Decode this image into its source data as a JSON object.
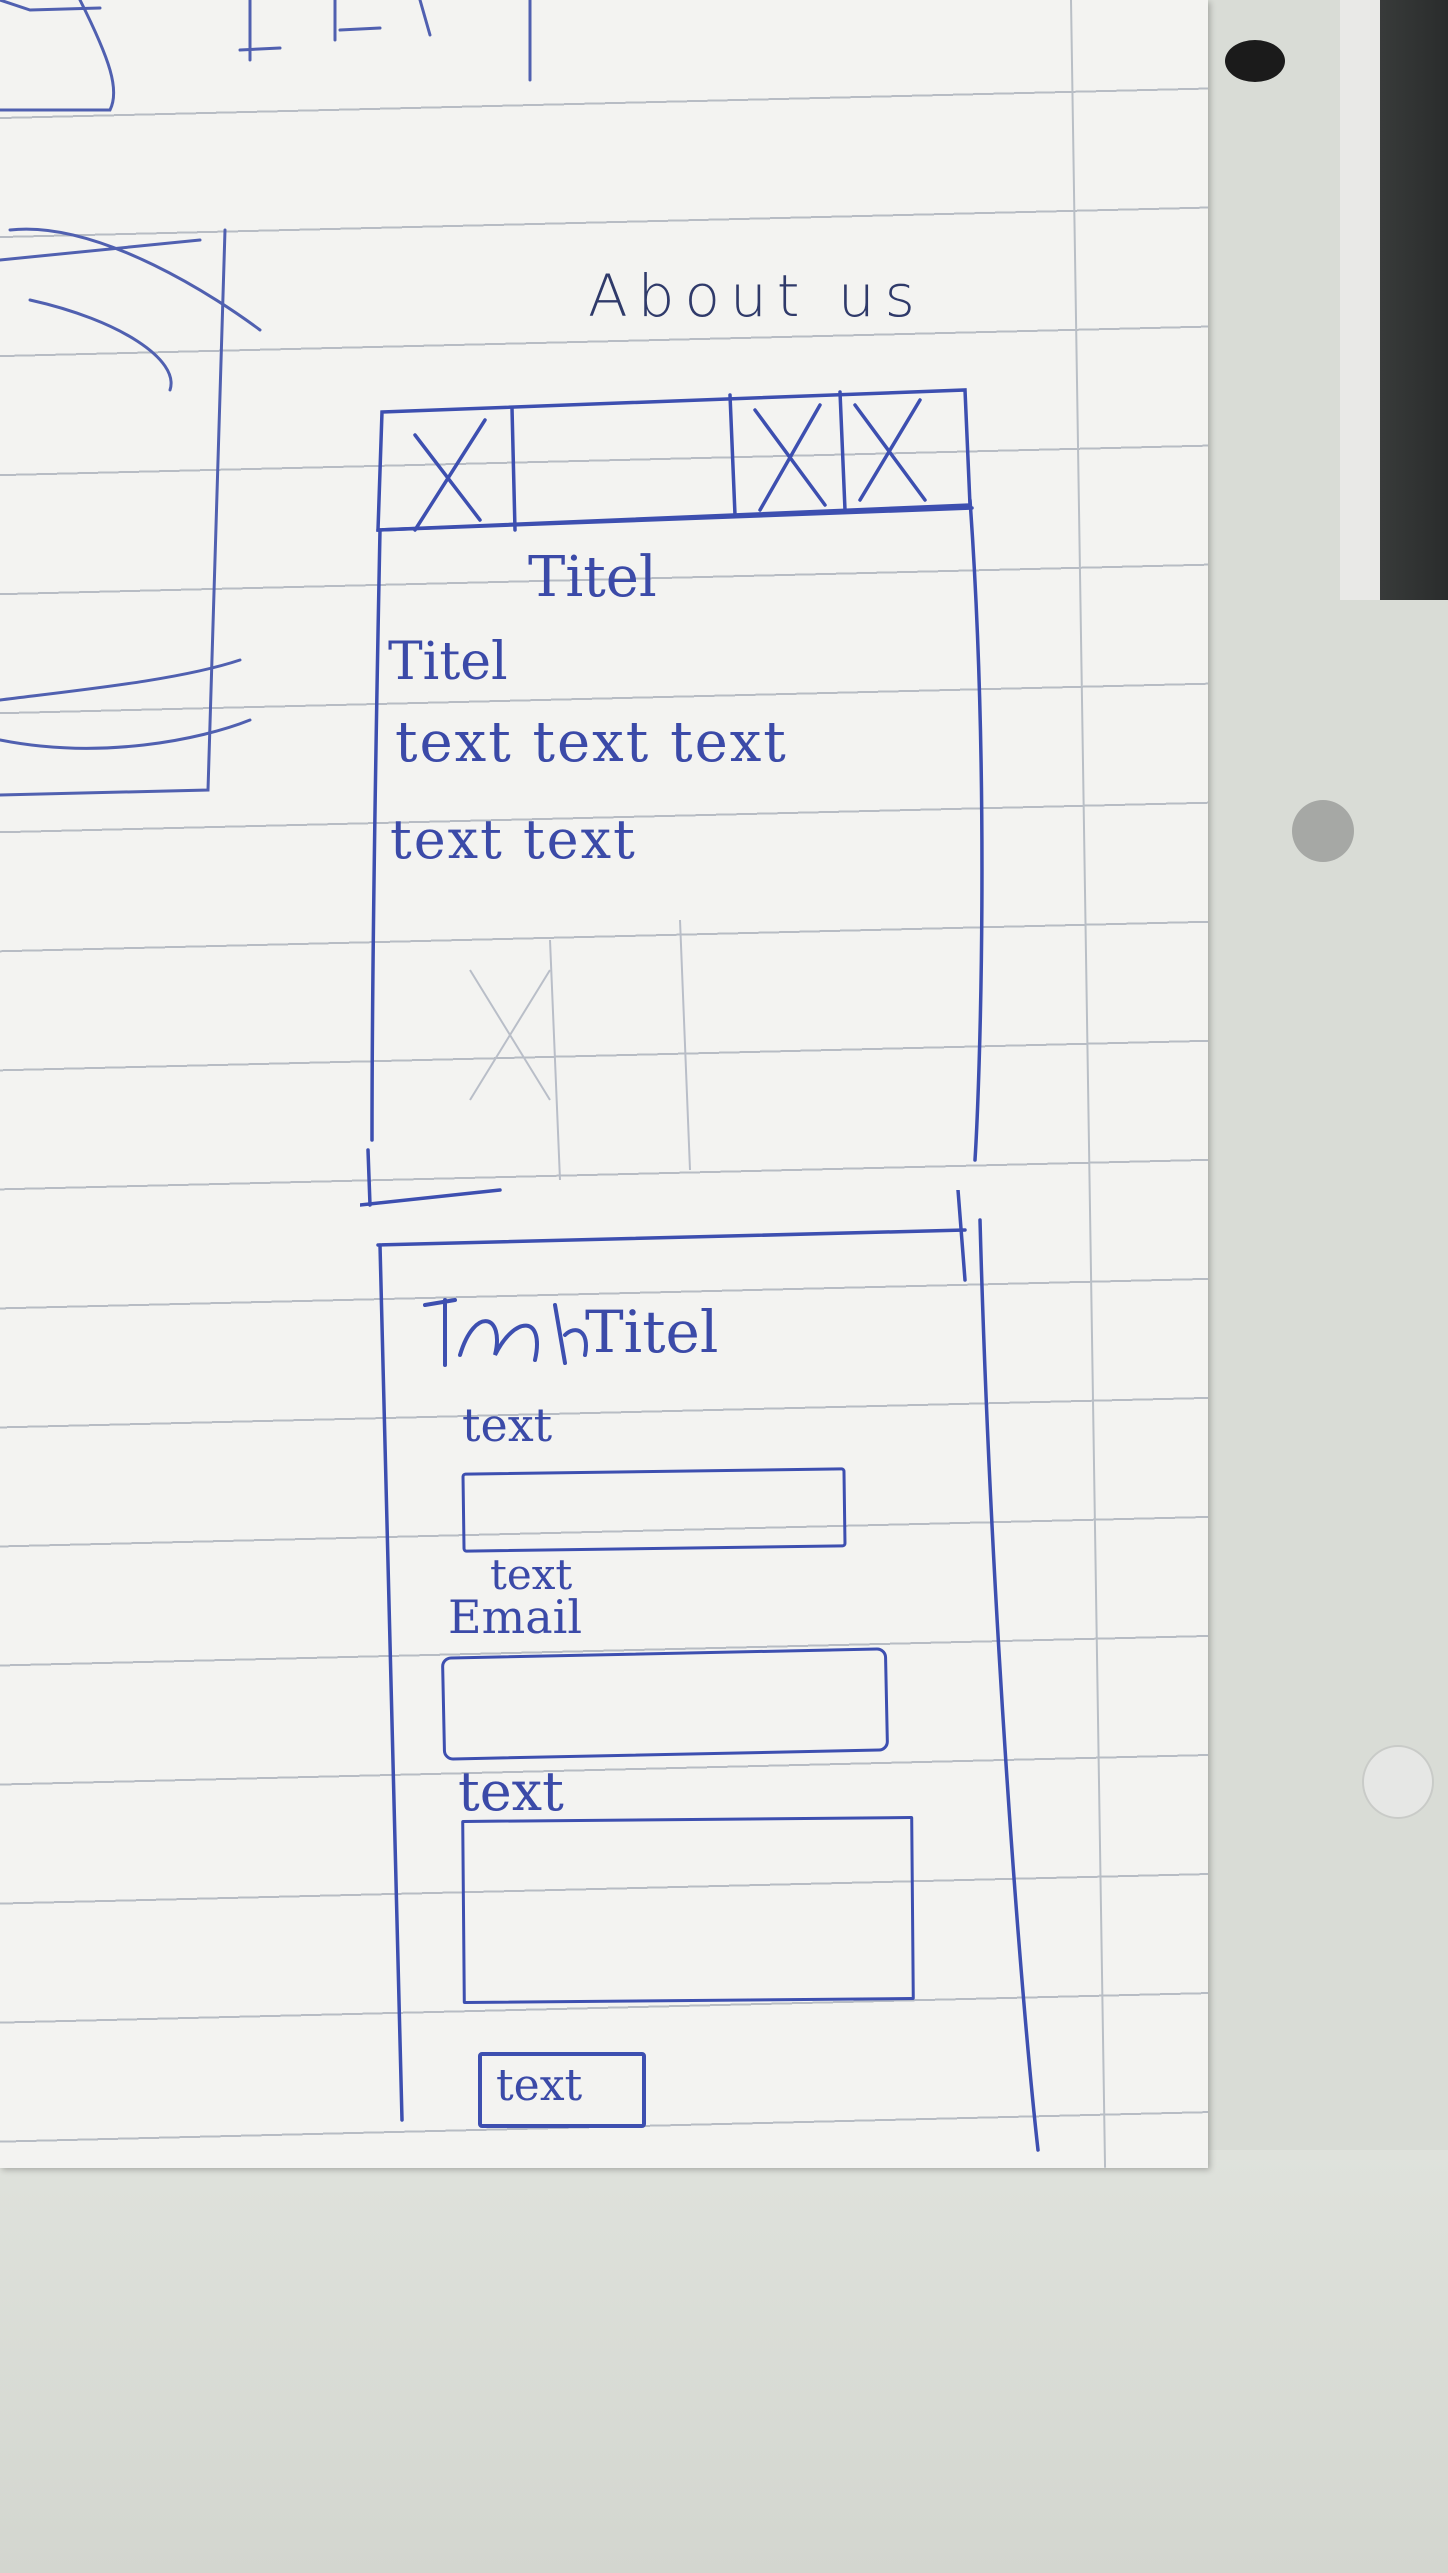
{
  "page_heading": "About us",
  "about_card": {
    "header_cells": [
      "X",
      "X",
      "X"
    ],
    "center_title": "Titel",
    "sub_title": "Titel",
    "text_line_1": "text text text",
    "text_line_2": "text text"
  },
  "contact_form": {
    "title": "Titel",
    "field_1_label": "text",
    "field_2_label": "Email",
    "field_2_label_note": "text",
    "field_3_label": "text",
    "submit_label": "text"
  },
  "colors": {
    "ink": "#3b4aa8",
    "paper": "#f3f3f1",
    "rule": "#b7bcc4"
  }
}
